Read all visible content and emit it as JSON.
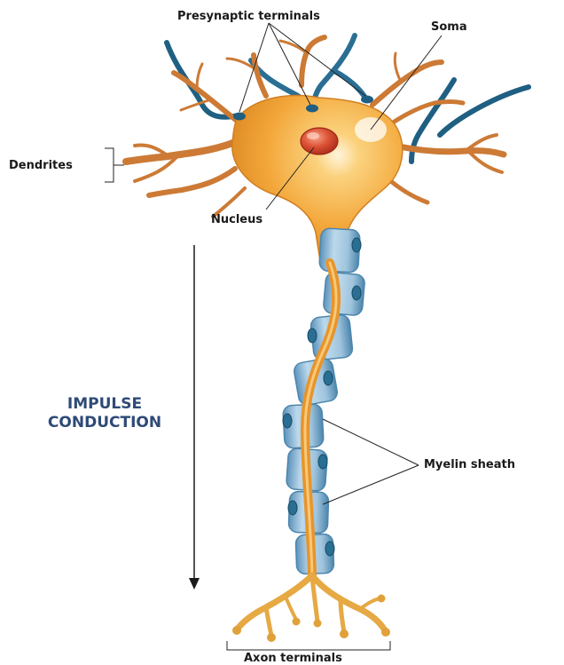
{
  "labels": {
    "presynaptic_terminals": "Presynaptic terminals",
    "soma": "Soma",
    "dendrites": "Dendrites",
    "nucleus": "Nucleus",
    "impulse_line1": "IMPULSE",
    "impulse_line2": "CONDUCTION",
    "myelin_sheath": "Myelin sheath",
    "axon_terminals": "Axon terminals"
  },
  "colors": {
    "cell_body": "#f3a73a",
    "cell_highlight": "#fde7b6",
    "dendrite": "#cc7a35",
    "nucleus": "#d6452e",
    "presynaptic_axon": "#2a6f93",
    "myelin": "#9fc4dd",
    "myelin_edge": "#4d86ad",
    "axon_terminal": "#e9b04d",
    "impulse_text": "#2e4a76",
    "pointer_line": "#222222"
  }
}
